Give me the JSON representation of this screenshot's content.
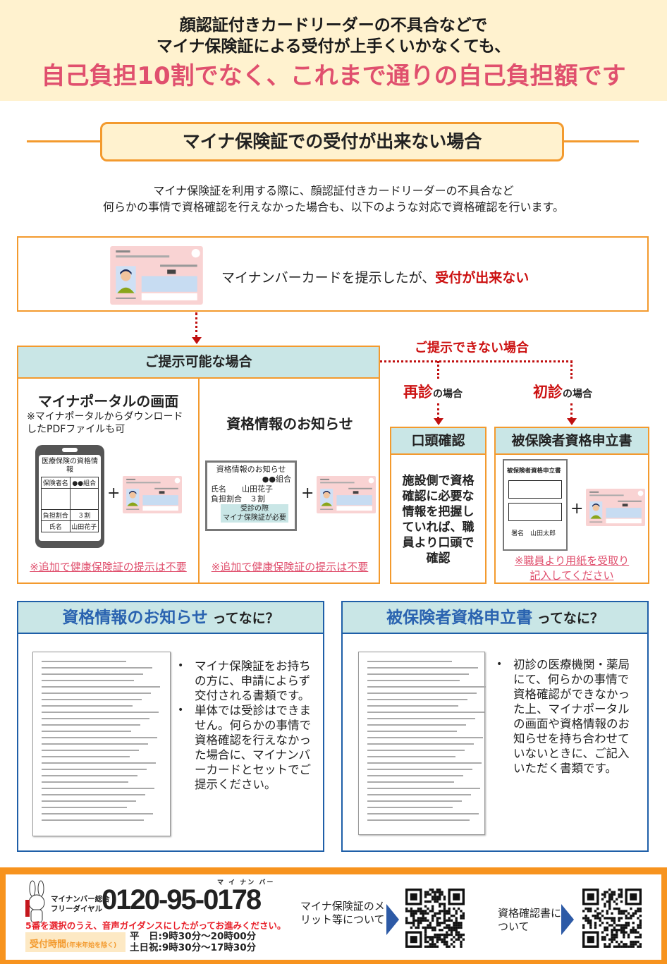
{
  "header": {
    "line1": "顔認証付きカードリーダーの不具合などで",
    "line2": "マイナ保険証による受付が上手くいかなくても、",
    "headline": "自己負担10割でなく、これまで通りの自己負担額です"
  },
  "section_title": "マイナ保険証での受付が出来ない場合",
  "intro": {
    "line1": "マイナ保険証を利用する際に、顔認証付きカードリーダーの不具合など",
    "line2": "何らかの事情で資格確認を行えなかった場合も、以下のような対応で資格確認を行います。"
  },
  "situation": {
    "text": "マイナンバーカードを提示したが、",
    "emphasis": "受付が出来ない"
  },
  "can_present": {
    "header": "ご提示可能な場合",
    "portal": {
      "title": "マイナポータルの画面",
      "subtitle": "※マイナポータルからダウンロードしたPDFファイルも可",
      "phone_title": "医療保険の資格情報",
      "rows": [
        [
          "保険者名",
          "●●組合"
        ],
        [
          "",
          ""
        ],
        [
          "負担割合",
          "３割"
        ],
        [
          "氏名",
          "山田花子"
        ]
      ],
      "note": "※追加で健康保険証の提示は不要"
    },
    "notice": {
      "title": "資格情報のお知らせ",
      "doc_title": "資格情報のお知らせ",
      "doc_insurer": "●●組合",
      "doc_name": "氏名　　山田花子",
      "doc_ratio": "負担割合　３割",
      "doc_banner": "受診の際\nマイナ保険証が必要",
      "note": "※追加で健康保険証の提示は不要"
    },
    "plus": "+"
  },
  "cannot_present": {
    "header": "ご提示できない場合",
    "revisit": {
      "label_em": "再診",
      "label_rest": "の場合",
      "box_title": "口頭確認",
      "body": "施設側で資格確認に必要な情報を把握していれば、職員より口頭で確認"
    },
    "first": {
      "label_em": "初診",
      "label_rest": "の場合",
      "box_title": "被保険者資格申立書",
      "doc_title": "被保険者資格申立書",
      "signature": "署名　山田太郎",
      "note1": "※職員より用紙を受取り",
      "note2": "記入してください"
    }
  },
  "faq": [
    {
      "title_em": "資格情報のお知らせ",
      "title_rest": " ってなに？",
      "bullets": [
        "マイナ保険証をお持ちの方に、申請によらず交付される書類です。",
        "単体では受診はできません。何らかの事情で資格確認を行えなかった場合に、マイナンバーカードとセットでご提示ください。"
      ]
    },
    {
      "title_em": "被保険者資格申立書",
      "title_rest": " ってなに？",
      "bullets": [
        "初診の医療機関・薬局にて、何らかの事情で資格確認ができなかった上、マイナポータルの画面や資格情報のお知らせを持ち合わせていないときに、ご記入いただく書類です。"
      ]
    }
  ],
  "footer": {
    "dial_label1": "マイナンバー総合",
    "dial_label2": "フリーダイヤル",
    "phone": "0120-95-0178",
    "phone_ruby": "マ イ ナン バー",
    "guidance": "5番を選択のうえ、音声ガイダンスにしたがってお進みください。",
    "hours_label": "受付時間",
    "hours_note": "(年末年始を除く)",
    "weekday": "平　日:9時30分～20時00分",
    "weekend": "土日祝:9時30分～17時30分",
    "link1": "マイナ保険証のメリット等について",
    "link2": "資格確認書について"
  },
  "colors": {
    "accent_orange": "#f39a2e",
    "headline_pink": "#e0506e",
    "red": "#cc1111",
    "blue": "#2a63b0",
    "teal": "#c9e6e6",
    "cream": "#fff2cf"
  }
}
